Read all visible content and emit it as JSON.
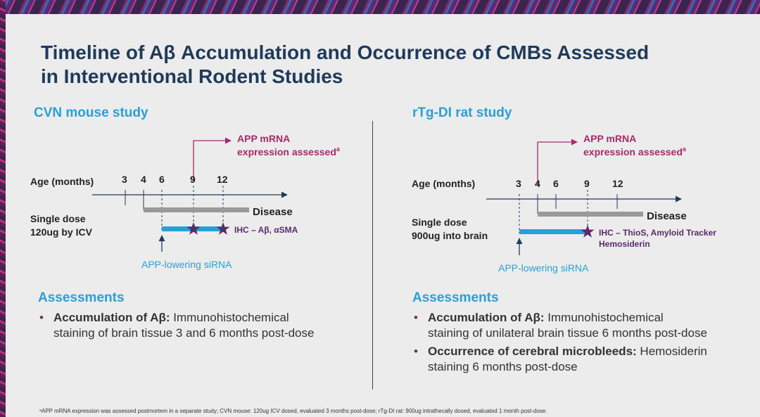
{
  "title": "Timeline of Aβ Accumulation and Occurrence of CMBs Assessed\nin Interventional Rodent Studies",
  "left": {
    "study_title": "CVN mouse study",
    "mrna_line1": "APP mRNA",
    "mrna_line2": "expression assessed",
    "mrna_sup": "a",
    "age_label": "Age (months)",
    "ticks": [
      "3",
      "4",
      "6",
      "9",
      "12"
    ],
    "dose_line1": "Single dose",
    "dose_line2": "120ug by ICV",
    "disease": "Disease",
    "ihc_line1": "IHC – Aβ, αSMA",
    "ihc_line2": "",
    "sirna": "APP-lowering siRNA",
    "assess_heading": "Assessments",
    "bullets": [
      {
        "bold": "Accumulation of Aβ:",
        "text": " Immunohistochemical staining of brain tissue 3 and 6 months post-dose"
      }
    ]
  },
  "right": {
    "study_title": "rTg-DI rat study",
    "mrna_line1": "APP mRNA",
    "mrna_line2": "expression assessed",
    "mrna_sup": "a",
    "age_label": "Age (months)",
    "ticks": [
      "3",
      "4",
      "6",
      "9",
      "12"
    ],
    "dose_line1": "Single dose",
    "dose_line2": "900ug into brain",
    "disease": "Disease",
    "ihc_line1": "IHC – ThioS, Amyloid Tracker",
    "ihc_line2": "Hemosiderin",
    "sirna": "APP-lowering siRNA",
    "assess_heading": "Assessments",
    "bullets": [
      {
        "bold": "Accumulation of Aβ:",
        "text": " Immunohistochemical staining of unilateral brain tissue 6 months post-dose"
      },
      {
        "bold": "Occurrence of cerebral microbleeds:",
        "text": " Hemosiderin staining 6 months post-dose"
      }
    ]
  },
  "footnote": "ᵃAPP mRNA expression was assessed postmortem in a separate study; CVN mouse: 120ug ICV dosed, evaluated 3 months post-dose; rTg-DI rat: 900ug intrathecally dosed, evaluated 1 month post-dose.",
  "colors": {
    "heading": "#1f3a5a",
    "accent_blue": "#2a9fd6",
    "magenta": "#a52a6a",
    "star": "#5a2a6a",
    "disease_bar": "#999999"
  },
  "icons": {
    "star": "star-icon",
    "arrow_up": "arrow-up-icon",
    "arrow_right": "arrow-right-icon"
  }
}
